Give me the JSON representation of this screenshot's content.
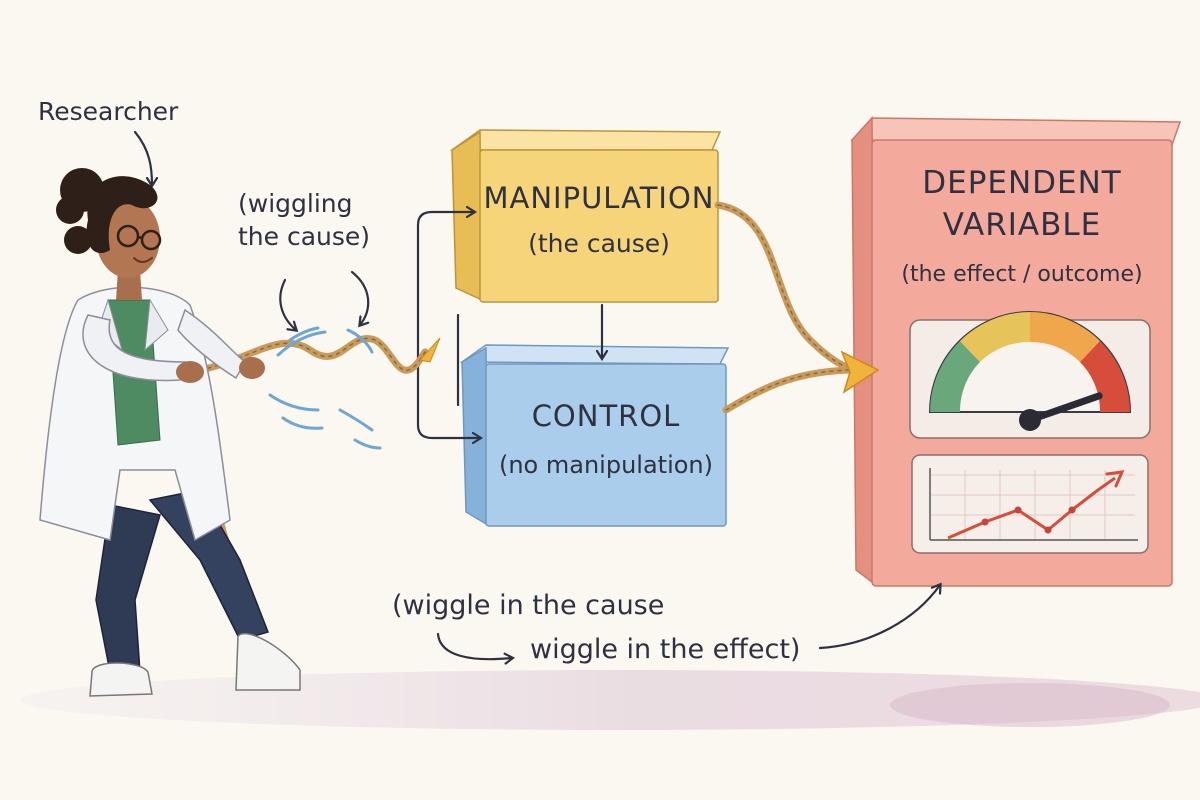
{
  "researcher_label": "Researcher",
  "wiggle_note": {
    "line1": "(wiggling",
    "line2": "the cause)"
  },
  "manipulation": {
    "title": "MANIPULATION",
    "subtitle": "(the cause)"
  },
  "control": {
    "title": "CONTROL",
    "subtitle": "(no manipulation)"
  },
  "dependent": {
    "line1": "DEPENDENT",
    "line2": "VARIABLE",
    "subtitle": "(the effect / outcome)"
  },
  "bottom_note": {
    "line1": "(wiggle in the cause",
    "line2": "wiggle in the effect)"
  },
  "colors": {
    "manipulation_box": "#f6d57a",
    "control_box": "#a9cdeb",
    "dependent_box": "#f3a99b",
    "rope": "#c89b5c",
    "arrow_tip": "#f2b33a"
  },
  "gauge": {
    "level": 0.82
  },
  "icons": [
    "researcher-figure",
    "rope",
    "gauge-icon",
    "line-chart-icon",
    "arrow-icon"
  ]
}
